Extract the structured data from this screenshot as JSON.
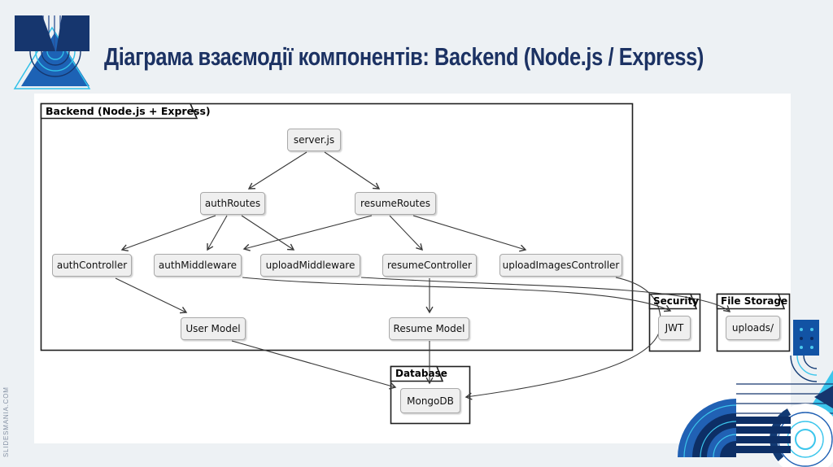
{
  "header": {
    "title": "Діаграма взаємодії компонентів: Backend (Node.js / Express)"
  },
  "watermark": "SLIDESMANIA.COM",
  "diagram": {
    "frame_label": "Backend (Node.js + Express)",
    "packages": {
      "security": "Security",
      "file_storage": "File Storage",
      "database": "Database"
    },
    "nodes": {
      "server_js": "server.js",
      "auth_routes": "authRoutes",
      "resume_routes": "resumeRoutes",
      "auth_controller": "authController",
      "auth_middleware": "authMiddleware",
      "upload_middleware": "uploadMiddleware",
      "resume_controller": "resumeController",
      "upload_images_controller": "uploadImagesController",
      "user_model": "User Model",
      "resume_model": "Resume Model",
      "jwt": "JWT",
      "uploads": "uploads/",
      "mongodb": "MongoDB"
    },
    "edges": [
      {
        "from": "server.js",
        "to": "authRoutes"
      },
      {
        "from": "server.js",
        "to": "resumeRoutes"
      },
      {
        "from": "authRoutes",
        "to": "authController"
      },
      {
        "from": "authRoutes",
        "to": "authMiddleware"
      },
      {
        "from": "authRoutes",
        "to": "uploadMiddleware"
      },
      {
        "from": "resumeRoutes",
        "to": "authMiddleware"
      },
      {
        "from": "resumeRoutes",
        "to": "resumeController"
      },
      {
        "from": "resumeRoutes",
        "to": "uploadImagesController"
      },
      {
        "from": "authController",
        "to": "User Model"
      },
      {
        "from": "resumeController",
        "to": "Resume Model"
      },
      {
        "from": "User Model",
        "to": "MongoDB"
      },
      {
        "from": "Resume Model",
        "to": "MongoDB"
      },
      {
        "from": "authMiddleware",
        "to": "JWT"
      },
      {
        "from": "uploadMiddleware",
        "to": "uploads/"
      },
      {
        "from": "uploadImagesController",
        "to": "MongoDB"
      }
    ]
  },
  "colors": {
    "background": "#edf1f4",
    "title_navy": "#1c3263",
    "logo_navy": "#16366e",
    "logo_royal": "#1d62b5",
    "logo_cyan": "#31c0e8",
    "node_fill": "#efefef",
    "node_border": "#a9a9a9",
    "frame_border": "#1f1f1f",
    "edge": "#383838"
  }
}
